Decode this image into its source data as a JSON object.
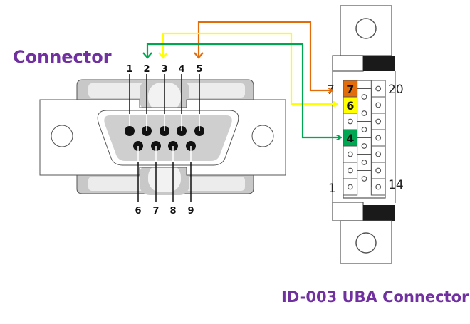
{
  "titles": {
    "left": "Connector",
    "right": "ID-003 UBA Connector"
  },
  "db9": {
    "top_pins": [
      "1",
      "2",
      "3",
      "4",
      "5"
    ],
    "bottom_pins": [
      "6",
      "7",
      "8",
      "9"
    ]
  },
  "uba": {
    "corner_labels": {
      "top_left": "7",
      "top_right": "20",
      "bottom_left": "1",
      "bottom_right": "14"
    },
    "highlighted_pins": [
      {
        "label": "7",
        "color": "#e36c0a"
      },
      {
        "label": "6",
        "color": "#ffff00"
      },
      {
        "label": "4",
        "color": "#00a651"
      }
    ]
  },
  "wires": [
    {
      "from_db9_pin": "5",
      "to_uba_pin": "7",
      "color": "#e36c0a"
    },
    {
      "from_db9_pin": "3",
      "to_uba_pin": "6",
      "color": "#ffff00"
    },
    {
      "from_db9_pin": "2",
      "to_uba_pin": "4",
      "color": "#00a651"
    }
  ],
  "colors": {
    "title": "#7030a0",
    "shell_gray": "#c8c8c8",
    "face_gray": "#cfcfcf"
  }
}
